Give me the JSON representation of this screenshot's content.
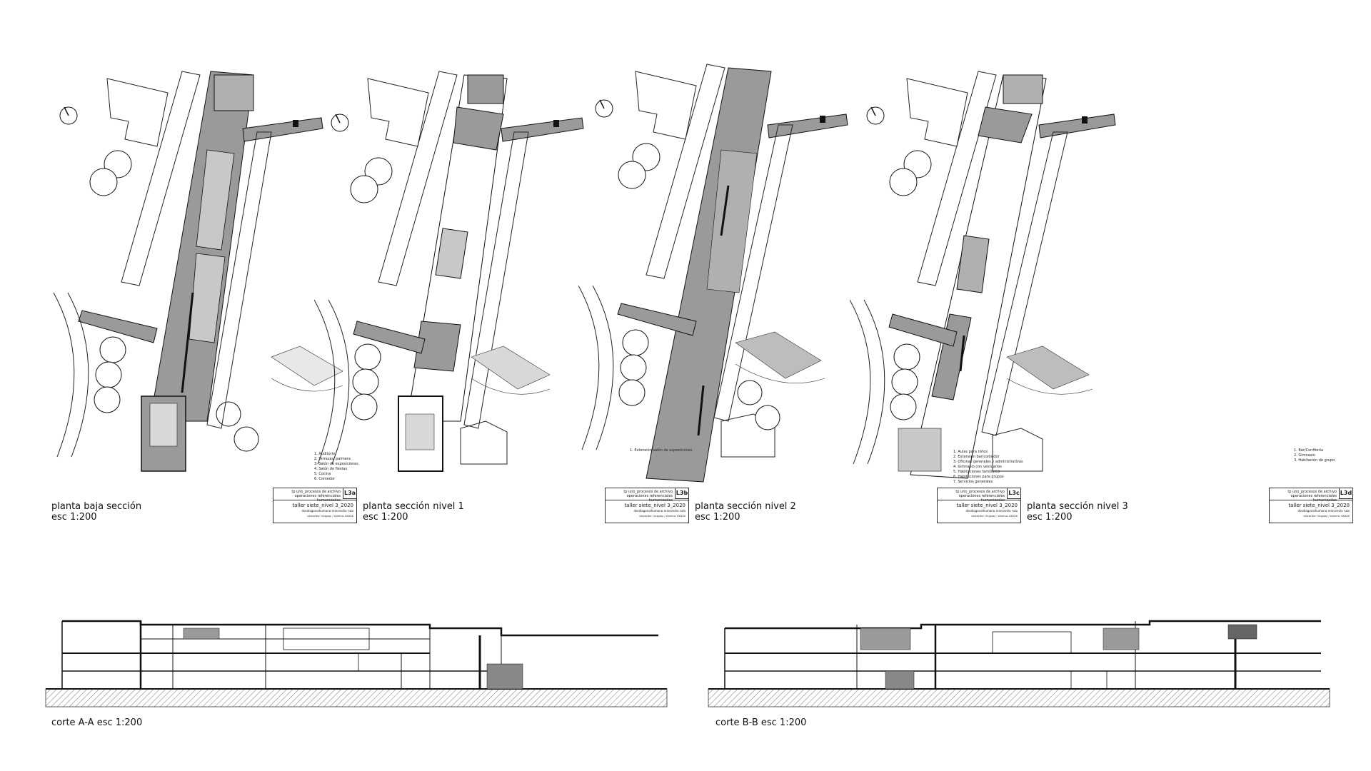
{
  "sheets": [
    {
      "code": "L3a",
      "title": "planta baja sección",
      "scale": "esc 1:200",
      "legend": [
        "1. Auditorio",
        "2. Terrazas, palmera",
        "3. Salón de exposiciones",
        "4. Salón de fiestas",
        "5. Cocina",
        "6. Comedor"
      ]
    },
    {
      "code": "L3b",
      "title": "planta sección nivel 1",
      "scale": "esc 1:200",
      "legend": [
        "1. Extensión salón de exposiciones"
      ]
    },
    {
      "code": "L3c",
      "title": "planta sección nivel 2",
      "scale": "esc 1:200",
      "legend": [
        "1. Aulas para niños",
        "2. Extensión bar/comedor",
        "3. Oficinas generales y administrativas",
        "4. Gimnasio con vestuarios",
        "5. Habitaciones familiares",
        "6. Habitaciones para grupos",
        "7. Servicios generales"
      ]
    },
    {
      "code": "L3d",
      "title": "planta sección nivel 3",
      "scale": "esc 1:200",
      "legend": [
        "1. Bar/Confitería",
        "2. Gimnasio",
        "3. Habitación de grupo"
      ]
    }
  ],
  "titleblock": {
    "project": "tp uno_procesos de archivo",
    "project_sub": "operaciones referenciales humanizadas",
    "taller": "taller siete_nivel 3_2020",
    "taller_sub": "desdiagonalhumano:reincendio ruta",
    "authors": "ubicación: Uruguay / alumno: XXXXX"
  },
  "sections": [
    {
      "caption": "corte A-A esc 1:200"
    },
    {
      "caption": "corte B-B esc 1:200"
    }
  ],
  "colors": {
    "dark_fill": "#9a9a9a",
    "light_fill": "#c8c8c8",
    "mid_fill": "#b0b0b0",
    "line": "#111111",
    "hatch": "#555555"
  }
}
